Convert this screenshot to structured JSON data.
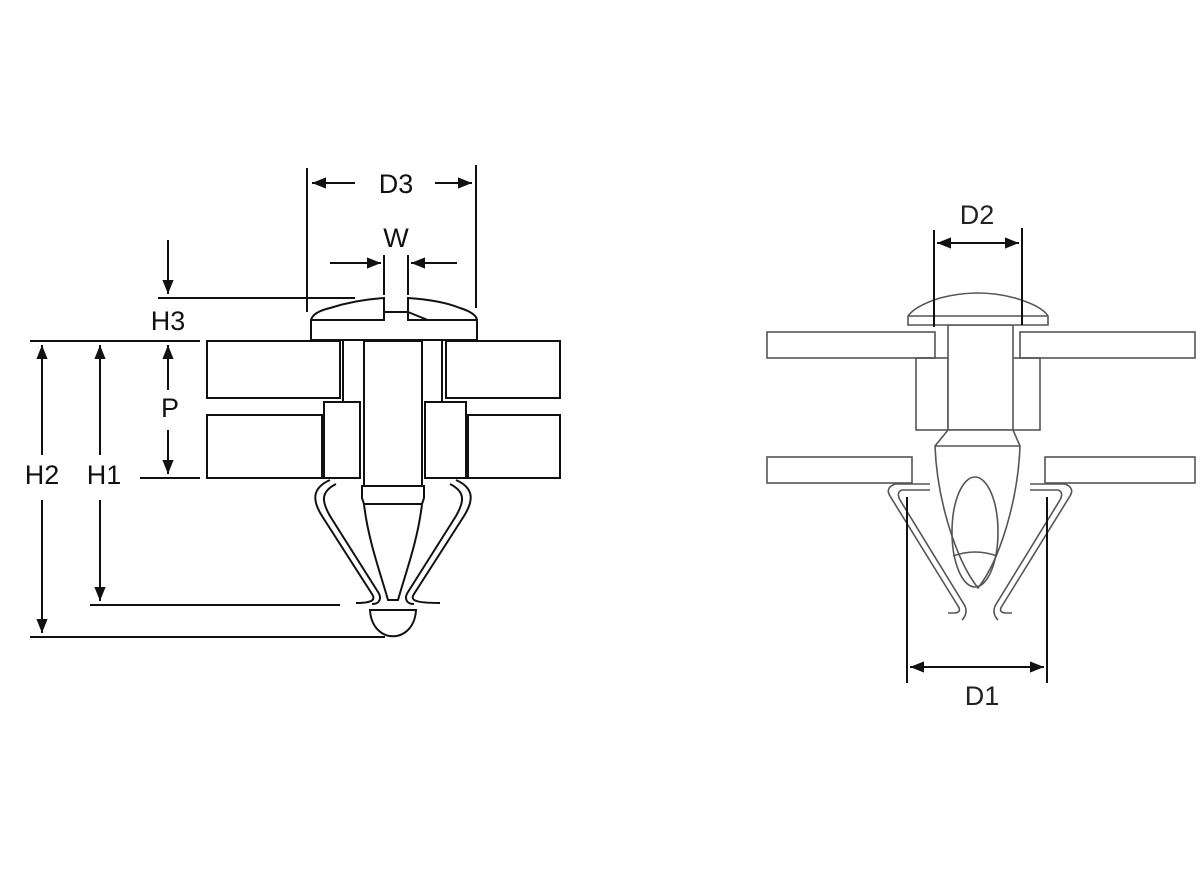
{
  "diagram": {
    "left_view": {
      "labels": {
        "d3": "D3",
        "w": "W",
        "h3": "H3",
        "p": "P",
        "h2": "H2",
        "h1": "H1"
      }
    },
    "right_view": {
      "labels": {
        "d2": "D2",
        "d1": "D1"
      }
    },
    "colors": {
      "line_dark": "#111111",
      "line_gray": "#555555",
      "background": "#ffffff"
    }
  }
}
